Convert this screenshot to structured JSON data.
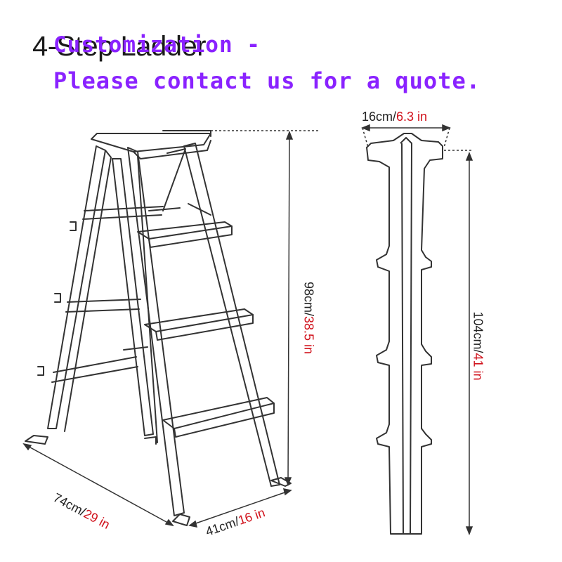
{
  "title": "4-Step Ladder",
  "promo": {
    "line1": "Customization -",
    "line2": "Please contact us for a quote.",
    "color": "#8a22ff"
  },
  "dimensions": {
    "height": {
      "metric": "98cm/",
      "imperial": "38.5 in"
    },
    "depth": {
      "metric": "74cm/",
      "imperial": "29 in"
    },
    "width": {
      "metric": "41cm/",
      "imperial": "16 in"
    },
    "side_width": {
      "metric": "16cm/",
      "imperial": "6.3 in"
    },
    "side_length": {
      "metric": "104cm/",
      "imperial": "41 in"
    }
  },
  "colors": {
    "imperial": "#d0101a",
    "line": "#333333"
  }
}
